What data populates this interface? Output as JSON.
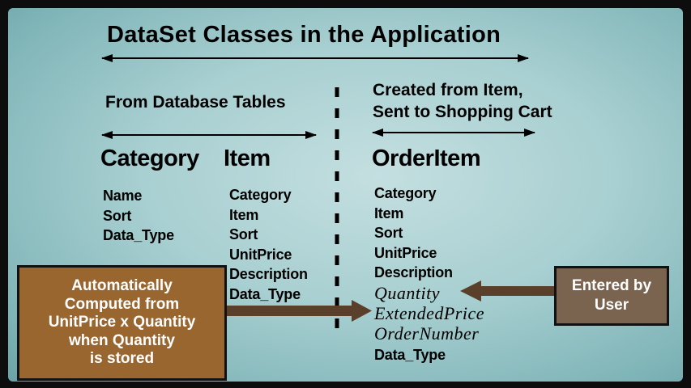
{
  "title": "DataSet Classes in the Application",
  "left_caption": "From Database Tables",
  "right_caption": [
    "Created from Item,",
    "Sent to Shopping Cart"
  ],
  "classes": {
    "category": {
      "name": "Category",
      "fields": [
        "Name",
        "Sort",
        "Data_Type"
      ]
    },
    "item": {
      "name": "Item",
      "fields": [
        "Category",
        "Item",
        "Sort",
        "UnitPrice",
        "Description",
        "Data_Type"
      ]
    },
    "orderitem": {
      "name": "OrderItem",
      "fields": [
        "Category",
        "Item",
        "Sort",
        "UnitPrice",
        "Description",
        "Quantity",
        "ExtendedPrice",
        "OrderNumber",
        "Data_Type"
      ]
    }
  },
  "callouts": {
    "computed": [
      "Automatically",
      "Computed from",
      "UnitPrice x Quantity",
      "when Quantity",
      "is stored"
    ],
    "entered": [
      "Entered by",
      "User"
    ]
  },
  "colors": {
    "background": "#a8cfd1",
    "computed_box": "#9a6630",
    "entered_box": "#7a6450",
    "arrow": "#5a3f2a"
  }
}
